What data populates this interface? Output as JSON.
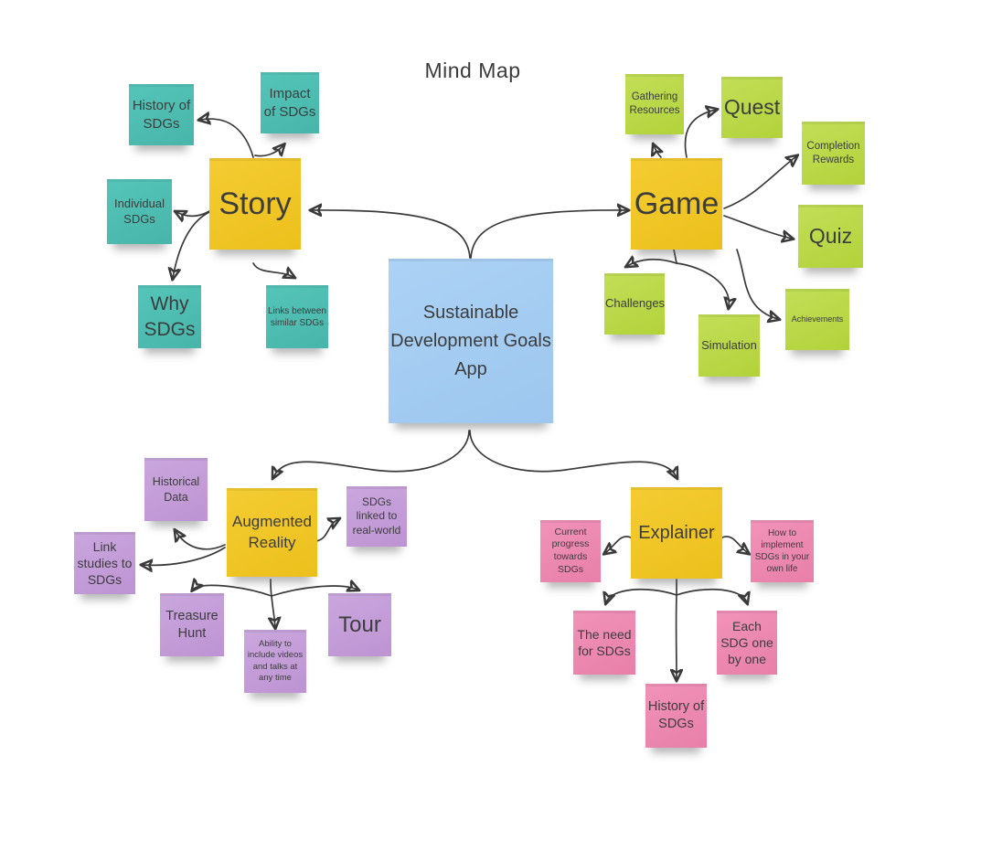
{
  "title": "Mind Map",
  "palette": {
    "hub_yellow": "#f0c724",
    "center_blue": "#a6cdf2",
    "story_children_teal": "#4fc0b3",
    "game_children_green": "#bcd94e",
    "ar_children_purple": "#c6a1d9",
    "explainer_children_pink": "#ee8db5",
    "arrow": "#3a3a3a",
    "text": "#3d3d3d"
  },
  "center": {
    "text": "Sustainable Development Goals App"
  },
  "branches": [
    {
      "label": "Story",
      "children": [
        {
          "text": "History of SDGs"
        },
        {
          "text": "Impact of SDGs"
        },
        {
          "text": "Individual SDGs"
        },
        {
          "text": "Why SDGs"
        },
        {
          "text": "Links between similar SDGs"
        }
      ]
    },
    {
      "label": "Game",
      "children": [
        {
          "text": "Gathering Resources"
        },
        {
          "text": "Quest"
        },
        {
          "text": "Completion Rewards"
        },
        {
          "text": "Quiz"
        },
        {
          "text": "Challenges"
        },
        {
          "text": "Simulation"
        },
        {
          "text": "Achievements"
        }
      ]
    },
    {
      "label": "Augmented Reality",
      "children": [
        {
          "text": "Historical Data"
        },
        {
          "text": "SDGs linked to real-world"
        },
        {
          "text": "Link studies to SDGs"
        },
        {
          "text": "Treasure Hunt"
        },
        {
          "text": "Ability to include videos and talks at any time"
        },
        {
          "text": "Tour"
        }
      ]
    },
    {
      "label": "Explainer",
      "children": [
        {
          "text": "Current progress towards SDGs"
        },
        {
          "text": "How to implement SDGs in your own life"
        },
        {
          "text": "The need for SDGs"
        },
        {
          "text": "Each SDG one by one"
        },
        {
          "text": "History of SDGs"
        }
      ]
    }
  ]
}
